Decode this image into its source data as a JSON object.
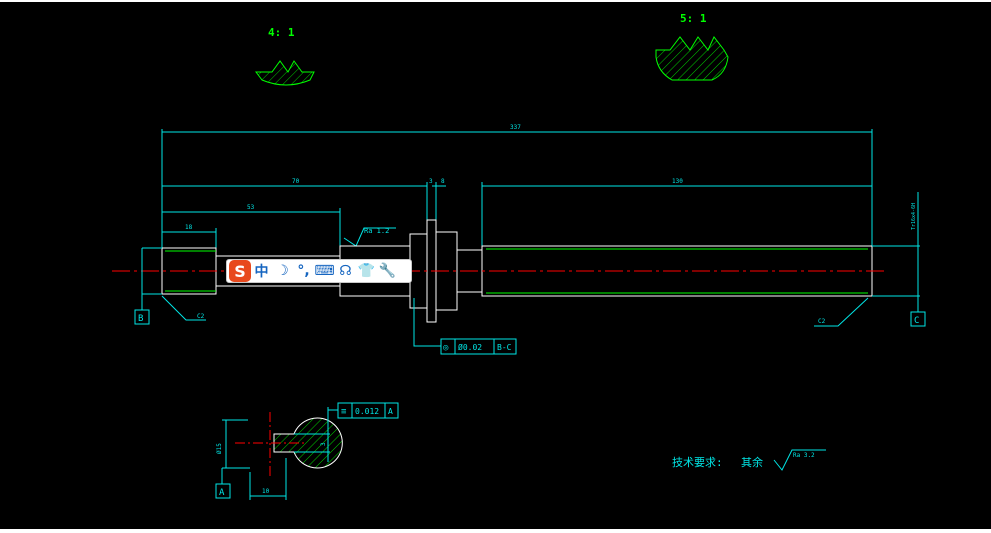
{
  "detail_a": {
    "scale_label": "4: 1"
  },
  "detail_b": {
    "scale_label": "5: 1"
  },
  "dims": {
    "overall": "337",
    "left_section": "70",
    "right_section": "130",
    "thread_len": "18",
    "mid_len": "53",
    "small_a": "3",
    "small_b": "8",
    "chamfer_left": "C2",
    "chamfer_right": "C2",
    "right_dia": "Tr16x4-6H"
  },
  "surface_finish": {
    "value": "Ra 1.2"
  },
  "datums": {
    "b": "B",
    "c": "C",
    "a": "A"
  },
  "gdt_runout": {
    "symbol": "◎",
    "value": "Ø0.02",
    "datum": "B-C"
  },
  "gdt_symmetry": {
    "symbol": "≡",
    "value": "0.012",
    "datum": "A"
  },
  "section": {
    "dia": "Ø15",
    "width": "10",
    "depth": "3"
  },
  "notes": {
    "label": "技术要求:",
    "remainder": "其余",
    "roughness": "Ra 3.2"
  },
  "ime_toolbar": {
    "logo": "S",
    "items": [
      {
        "name": "chinese-mode",
        "glyph": "中"
      },
      {
        "name": "moon-icon",
        "glyph": "☽"
      },
      {
        "name": "punctuation-icon",
        "glyph": "°,"
      },
      {
        "name": "keyboard-icon",
        "glyph": "⌨"
      },
      {
        "name": "voice-icon",
        "glyph": "☊"
      },
      {
        "name": "skin-icon",
        "glyph": "👕"
      },
      {
        "name": "wrench-icon",
        "glyph": "🔧"
      }
    ]
  },
  "colors": {
    "line": "#00e6e6",
    "green": "#00ff00",
    "white": "#ffffff",
    "red": "#ff0000",
    "hatch": "#00cc00"
  }
}
